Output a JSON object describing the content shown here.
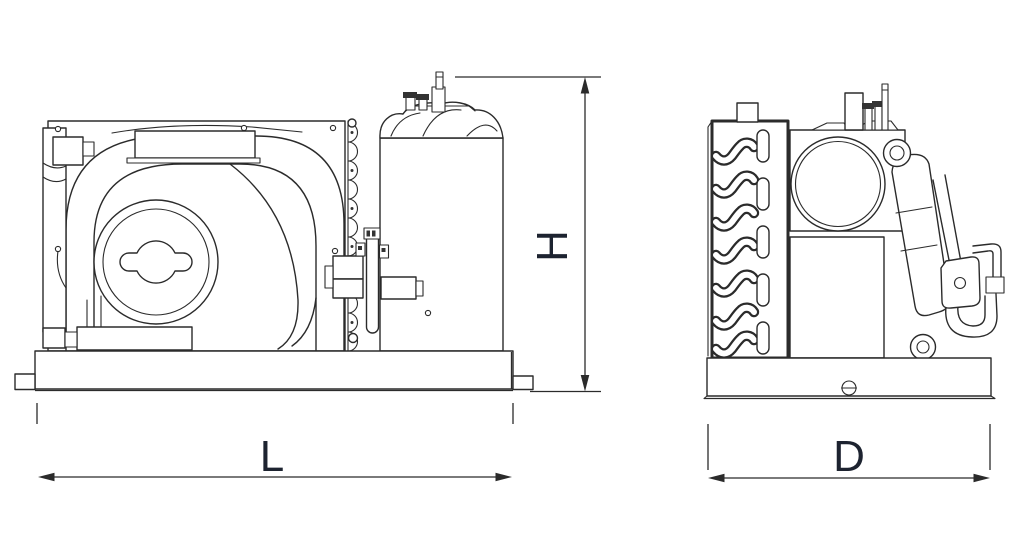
{
  "drawing": {
    "labels": {
      "length": "L",
      "height": "H",
      "depth": "D"
    },
    "colors": {
      "line": "#2b2b2b",
      "label": "#1d2330",
      "background": "#ffffff"
    }
  }
}
